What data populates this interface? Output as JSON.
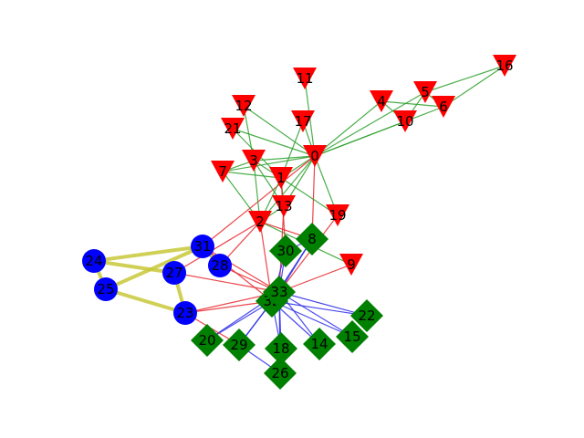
{
  "colors": {
    "background": "#ffffff",
    "edge_group_red": "#2ca02c",
    "edge_red_to_other": "#e8262b",
    "edge_green_group": "#2a2aea",
    "edge_blue_group": "#c8c83a",
    "node_red": "#ff0000",
    "node_green": "#008000",
    "node_blue": "#0000ff"
  },
  "node_groups": [
    {
      "shape": "triangle-down",
      "color": "#ff0000",
      "nodes": [
        "0",
        "1",
        "2",
        "3",
        "4",
        "5",
        "6",
        "7",
        "9",
        "10",
        "11",
        "12",
        "13",
        "16",
        "17",
        "19",
        "21"
      ]
    },
    {
      "shape": "diamond",
      "color": "#008000",
      "nodes": [
        "8",
        "14",
        "15",
        "18",
        "20",
        "22",
        "26",
        "29",
        "30",
        "32",
        "33"
      ]
    },
    {
      "shape": "circle",
      "color": "#0000ff",
      "nodes": [
        "23",
        "24",
        "25",
        "27",
        "28",
        "31"
      ]
    }
  ],
  "edges": [
    [
      "0",
      "1"
    ],
    [
      "0",
      "2"
    ],
    [
      "0",
      "3"
    ],
    [
      "0",
      "4"
    ],
    [
      "0",
      "5"
    ],
    [
      "0",
      "6"
    ],
    [
      "0",
      "7"
    ],
    [
      "0",
      "8"
    ],
    [
      "0",
      "10"
    ],
    [
      "0",
      "11"
    ],
    [
      "0",
      "12"
    ],
    [
      "0",
      "13"
    ],
    [
      "0",
      "17"
    ],
    [
      "0",
      "19"
    ],
    [
      "0",
      "21"
    ],
    [
      "0",
      "31"
    ],
    [
      "1",
      "2"
    ],
    [
      "1",
      "3"
    ],
    [
      "1",
      "7"
    ],
    [
      "1",
      "13"
    ],
    [
      "1",
      "17"
    ],
    [
      "1",
      "19"
    ],
    [
      "1",
      "21"
    ],
    [
      "1",
      "30"
    ],
    [
      "2",
      "3"
    ],
    [
      "2",
      "7"
    ],
    [
      "2",
      "8"
    ],
    [
      "2",
      "9"
    ],
    [
      "2",
      "13"
    ],
    [
      "2",
      "27"
    ],
    [
      "2",
      "28"
    ],
    [
      "2",
      "32"
    ],
    [
      "3",
      "7"
    ],
    [
      "3",
      "12"
    ],
    [
      "3",
      "13"
    ],
    [
      "4",
      "6"
    ],
    [
      "4",
      "10"
    ],
    [
      "5",
      "6"
    ],
    [
      "5",
      "10"
    ],
    [
      "5",
      "16"
    ],
    [
      "6",
      "16"
    ],
    [
      "8",
      "30"
    ],
    [
      "8",
      "32"
    ],
    [
      "8",
      "33"
    ],
    [
      "9",
      "33"
    ],
    [
      "13",
      "33"
    ],
    [
      "19",
      "33"
    ],
    [
      "14",
      "32"
    ],
    [
      "14",
      "33"
    ],
    [
      "15",
      "32"
    ],
    [
      "15",
      "33"
    ],
    [
      "18",
      "32"
    ],
    [
      "18",
      "33"
    ],
    [
      "20",
      "32"
    ],
    [
      "20",
      "33"
    ],
    [
      "22",
      "32"
    ],
    [
      "22",
      "33"
    ],
    [
      "23",
      "25"
    ],
    [
      "23",
      "27"
    ],
    [
      "23",
      "29"
    ],
    [
      "23",
      "32"
    ],
    [
      "23",
      "33"
    ],
    [
      "24",
      "25"
    ],
    [
      "24",
      "27"
    ],
    [
      "24",
      "31"
    ],
    [
      "25",
      "31"
    ],
    [
      "26",
      "29"
    ],
    [
      "26",
      "33"
    ],
    [
      "27",
      "33"
    ],
    [
      "28",
      "31"
    ],
    [
      "28",
      "33"
    ],
    [
      "29",
      "32"
    ],
    [
      "29",
      "33"
    ],
    [
      "30",
      "32"
    ],
    [
      "30",
      "33"
    ],
    [
      "31",
      "32"
    ],
    [
      "31",
      "33"
    ],
    [
      "32",
      "33"
    ]
  ]
}
